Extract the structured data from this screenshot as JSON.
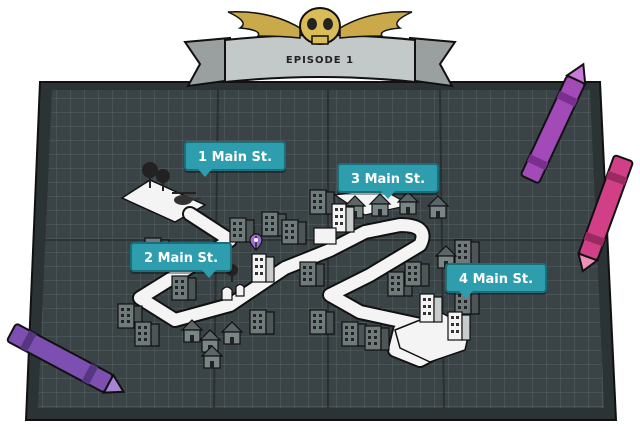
{
  "episode": {
    "title": "EPISODE 1"
  },
  "locations": [
    {
      "label": "1 Main St."
    },
    {
      "label": "2 Main St."
    },
    {
      "label": "3 Main St."
    },
    {
      "label": "4 Main St."
    }
  ],
  "colors": {
    "map_bg": "#3a4446",
    "map_grid": "#586264",
    "road": "#f4f4f4",
    "callout": "#2e9dae",
    "banner": "#b7bcbc",
    "wings": "#c9a94a",
    "crayon_purple": "#a24ab8",
    "crayon_pink": "#d13f86",
    "crayon_violet": "#7c4fb0",
    "marker": "#9a6cd6"
  },
  "icons": [
    "skull-wings-emblem",
    "location-pin-icon",
    "helicopter-icon",
    "tree-icon",
    "gravestone-icon"
  ]
}
